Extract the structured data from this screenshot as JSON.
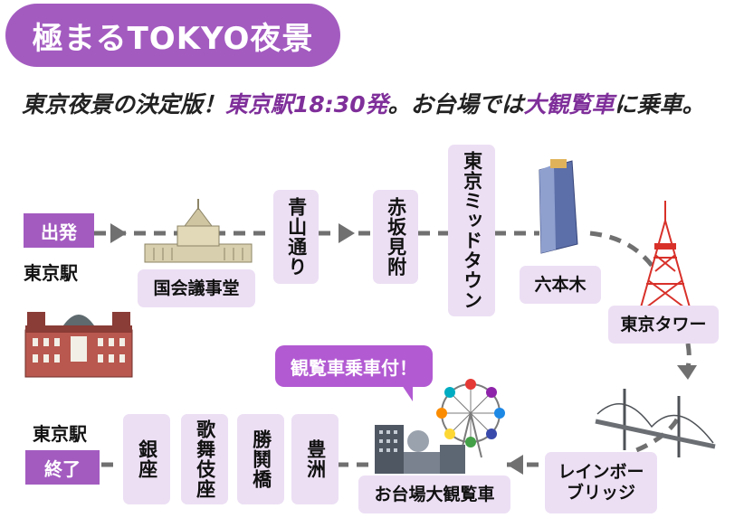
{
  "title": "極まるTOKYO夜景",
  "subtitle": {
    "part1": "東京夜景の決定版！",
    "part2": "東京駅18:30発",
    "part3": "。お台場では",
    "part4": "大観覧車",
    "part5": "に乗車。"
  },
  "start": {
    "tag": "出発",
    "station": "東京駅"
  },
  "end": {
    "tag": "終了",
    "station": "東京駅"
  },
  "stops": {
    "kokkai": "国会議事堂",
    "aoyama": "青山通り",
    "akasaka": "赤坂見附",
    "midtown": "東京ミッドタウン",
    "roppongi": "六本木",
    "tower": "東京タワー",
    "rainbow_line1": "レインボー",
    "rainbow_line2": "ブリッジ",
    "odaiba": "お台場大観覧車",
    "toyosu": "豊洲",
    "kachidoki": "勝鬨橋",
    "kabukiza": "歌舞伎座",
    "ginza": "銀座"
  },
  "callout": "観覧車乗車付！",
  "colors": {
    "accent": "#a35bc0",
    "box_fill": "#ecdff4",
    "route": "#707070",
    "highlight_text": "#7f2f9a"
  }
}
